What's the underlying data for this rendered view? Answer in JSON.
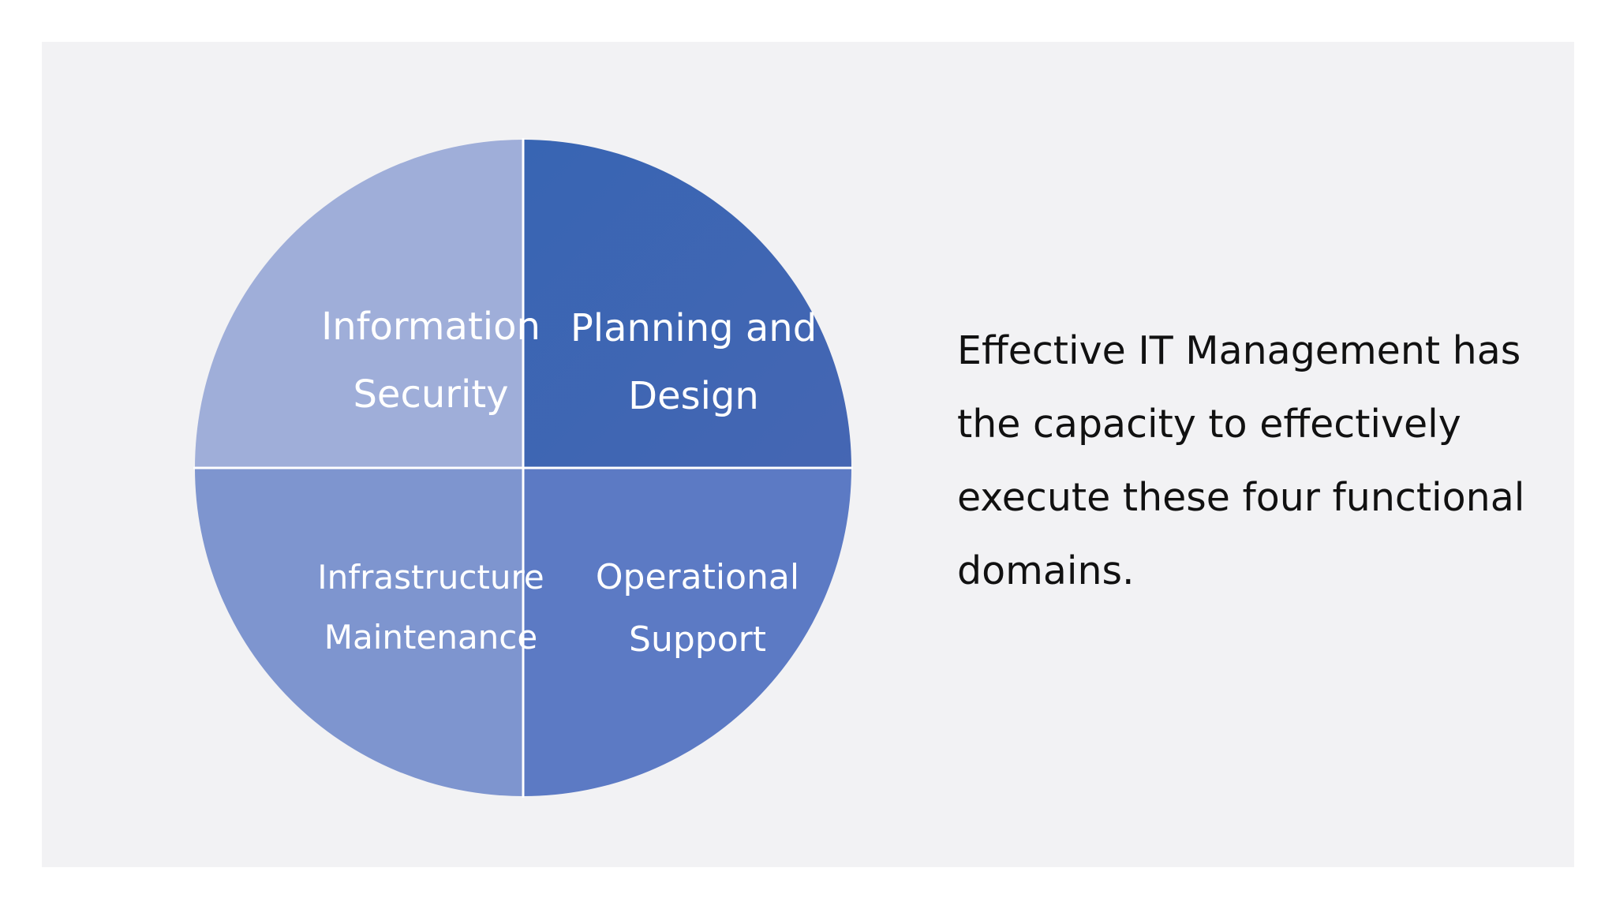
{
  "diagram": {
    "quadrants": [
      {
        "id": "top-left",
        "lines": [
          "Information",
          "Security"
        ],
        "color": "#9faed9"
      },
      {
        "id": "top-right",
        "lines": [
          "Planning and",
          "Design"
        ],
        "color": "#4066b2"
      },
      {
        "id": "bottom-left",
        "lines": [
          "Infrastructure",
          "Maintenance"
        ],
        "color": "#7e95cf"
      },
      {
        "id": "bottom-right",
        "lines": [
          "Operational",
          "Support"
        ],
        "color": "#5c7ac4"
      }
    ],
    "divider_color": "#ffffff"
  },
  "description": {
    "text": "Effective IT Management has the capacity to effectively execute these four functional domains."
  },
  "colors": {
    "slide_background": "#f2f2f4",
    "page_background": "#ffffff",
    "label_text": "#ffffff",
    "body_text": "#111111"
  }
}
